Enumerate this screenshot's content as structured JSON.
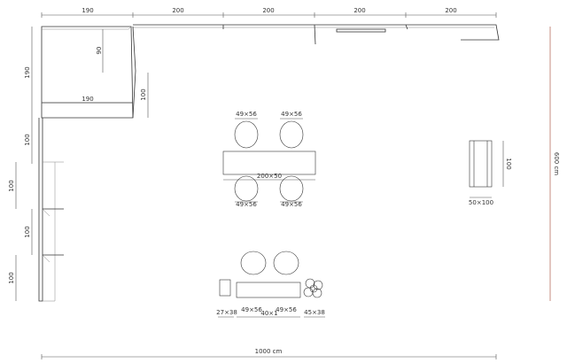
{
  "dimensions": {
    "top_1": "190",
    "top_2": "200",
    "top_3": "200",
    "top_4": "200",
    "top_5": "200",
    "left_1": "190",
    "inner_90": "90",
    "inner_190": "190",
    "inner_100": "100",
    "left_2": "100",
    "left_3": "100",
    "left_4": "100",
    "left_5": "100",
    "right_total": "600 cm",
    "bottom_total": "1000 cm"
  },
  "chairs": {
    "top_left": "49×56",
    "top_right": "49×56",
    "bottom_left": "49×56",
    "bottom_right": "49×56",
    "lounge_left": "49×56",
    "lounge_right": "49×56"
  },
  "table": {
    "size": "200×50"
  },
  "cabinet": {
    "side": "100",
    "size": "50×100"
  },
  "lounge": {
    "side_left": "27×38",
    "bench": "40×1",
    "plant": "45×38"
  },
  "colors": {
    "accent": "#d08a7a",
    "line": "#333333"
  }
}
